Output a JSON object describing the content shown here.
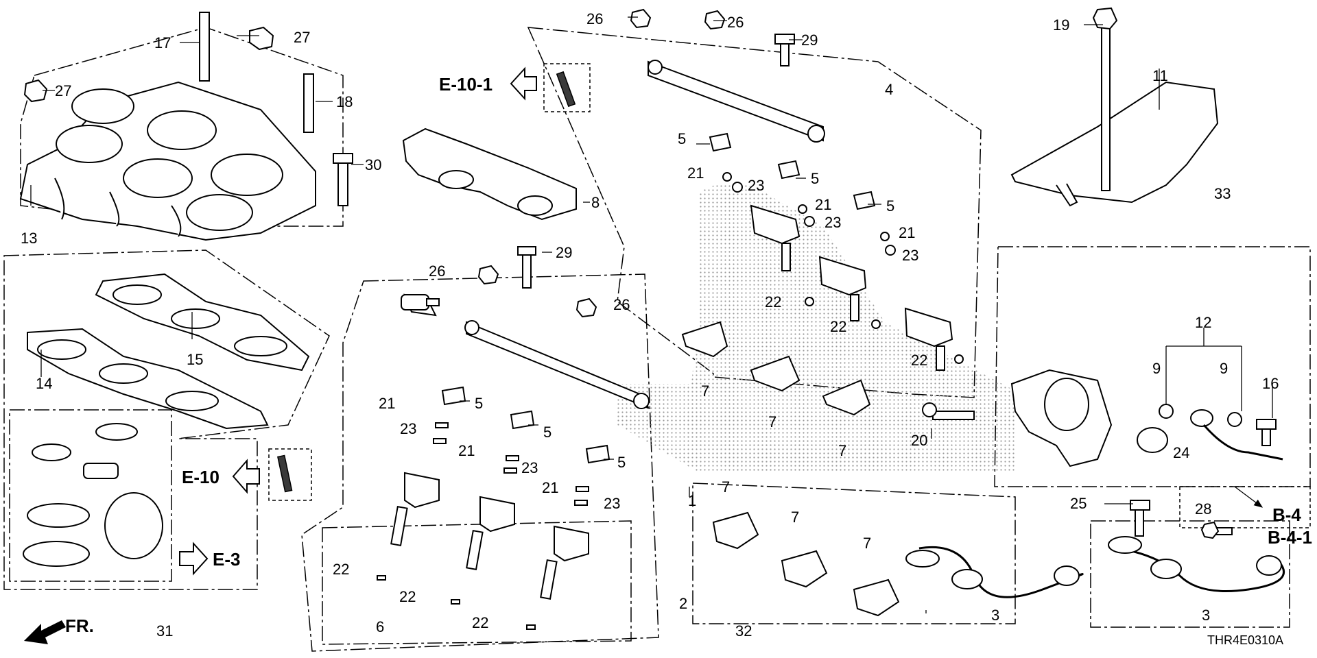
{
  "labels": {
    "n1": "1",
    "n2": "2",
    "n3a": "3",
    "n3b": "3",
    "n4": "4",
    "n5a": "5",
    "n5b": "5",
    "n5c": "5",
    "n5d": "5",
    "n5e": "5",
    "n5f": "5",
    "n6": "6",
    "n7a": "7",
    "n7b": "7",
    "n7c": "7",
    "n7d": "7",
    "n7e": "7",
    "n7f": "7",
    "n8": "8",
    "n9a": "9",
    "n9b": "9",
    "n11": "11",
    "n12": "12",
    "n13": "13",
    "n14": "14",
    "n15": "15",
    "n16": "16",
    "n17": "17",
    "n18": "18",
    "n19": "19",
    "n20": "20",
    "n21a": "21",
    "n21b": "21",
    "n21c": "21",
    "n21d": "21",
    "n21e": "21",
    "n21f": "21",
    "n22a": "22",
    "n22b": "22",
    "n22c": "22",
    "n22d": "22",
    "n22e": "22",
    "n22f": "22",
    "n23a": "23",
    "n23b": "23",
    "n23c": "23",
    "n23d": "23",
    "n23e": "23",
    "n23f": "23",
    "n24": "24",
    "n25": "25",
    "n26a": "26",
    "n26b": "26",
    "n26c": "26",
    "n26d": "26",
    "n27a": "27",
    "n27b": "27",
    "n28": "28",
    "n29a": "29",
    "n29b": "29",
    "n30": "30",
    "n31": "31",
    "n32": "32",
    "n33": "33"
  },
  "references": {
    "e10_1": "E-10-1",
    "e10": "E-10",
    "e3": "E-3",
    "b4": "B-4",
    "b4_1": "B-4-1"
  },
  "front_marker": "FR.",
  "diagram_code": "THR4E0310A"
}
